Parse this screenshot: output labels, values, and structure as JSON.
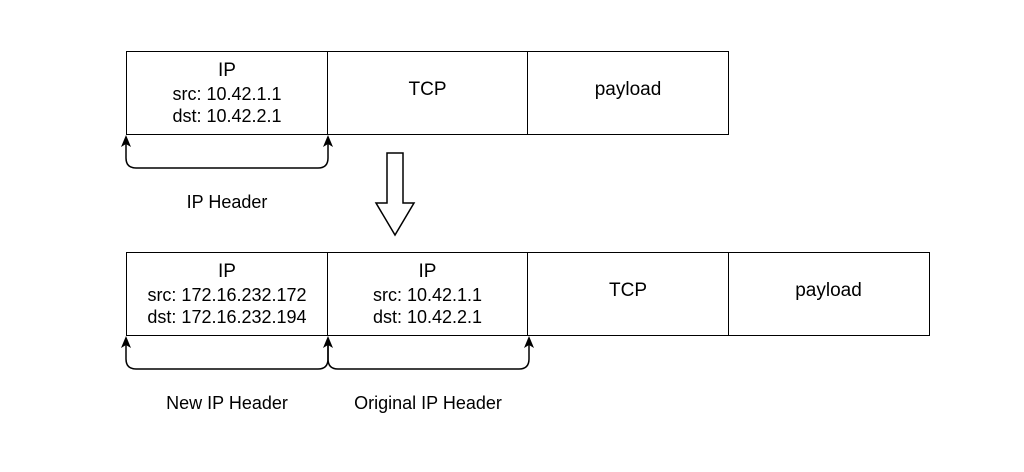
{
  "original_packet": {
    "ip_box": {
      "title": "IP",
      "src": "src: 10.42.1.1",
      "dst": "dst: 10.42.2.1"
    },
    "tcp_label": "TCP",
    "payload_label": "payload",
    "brace_caption": "IP Header"
  },
  "encapsulated_packet": {
    "new_ip_box": {
      "title": "IP",
      "src": "src: 172.16.232.172",
      "dst": "dst: 172.16.232.194"
    },
    "original_ip_box": {
      "title": "IP",
      "src": "src: 10.42.1.1",
      "dst": "dst: 10.42.2.1"
    },
    "tcp_label": "TCP",
    "payload_label": "payload",
    "new_header_caption": "New IP Header",
    "original_header_caption": "Original IP Header"
  },
  "colors": {
    "stroke": "#000000",
    "background": "#ffffff"
  }
}
